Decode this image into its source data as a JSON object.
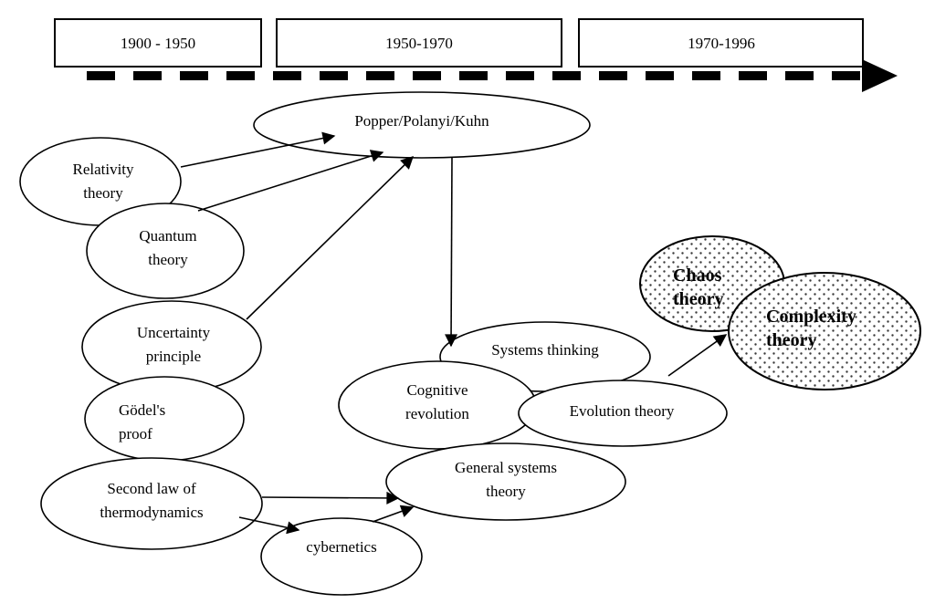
{
  "timeline": {
    "periods": [
      "1900 - 1950",
      "1950-1970",
      "1970-1996"
    ]
  },
  "nodes": {
    "popper": {
      "label": "Popper/Polanyi/Kuhn"
    },
    "relativity": {
      "label": "Relativity\ntheory"
    },
    "quantum": {
      "label": "Quantum\ntheory"
    },
    "uncertainty": {
      "label": "Uncertainty\nprinciple"
    },
    "godel": {
      "label": "Gödel's\nproof"
    },
    "second_law": {
      "label": "Second law of\nthermodynamics"
    },
    "cybernetics": {
      "label": "cybernetics"
    },
    "systems_thinking": {
      "label": "Systems thinking"
    },
    "cognitive": {
      "label": "Cognitive\nrevolution"
    },
    "evolution": {
      "label": "Evolution theory"
    },
    "general_systems": {
      "label": "General systems\ntheory"
    },
    "chaos": {
      "label": "Chaos\ntheory"
    },
    "complexity": {
      "label": "Complexity\ntheory"
    }
  },
  "edges": [
    {
      "from": "Relativity theory",
      "to": "Popper/Polanyi/Kuhn"
    },
    {
      "from": "Quantum theory",
      "to": "Popper/Polanyi/Kuhn"
    },
    {
      "from": "Uncertainty principle",
      "to": "Popper/Polanyi/Kuhn"
    },
    {
      "from": "Popper/Polanyi/Kuhn",
      "to": "Systems thinking"
    },
    {
      "from": "Second law of thermodynamics",
      "to": "General systems theory"
    },
    {
      "from": "Second law of thermodynamics",
      "to": "cybernetics"
    },
    {
      "from": "cybernetics",
      "to": "General systems theory"
    },
    {
      "from": "Evolution theory",
      "to": "Complexity theory"
    }
  ],
  "colors": {
    "stroke": "#000000",
    "fill": "#ffffff",
    "dotted_fill_dot": "#3a3a3a"
  }
}
